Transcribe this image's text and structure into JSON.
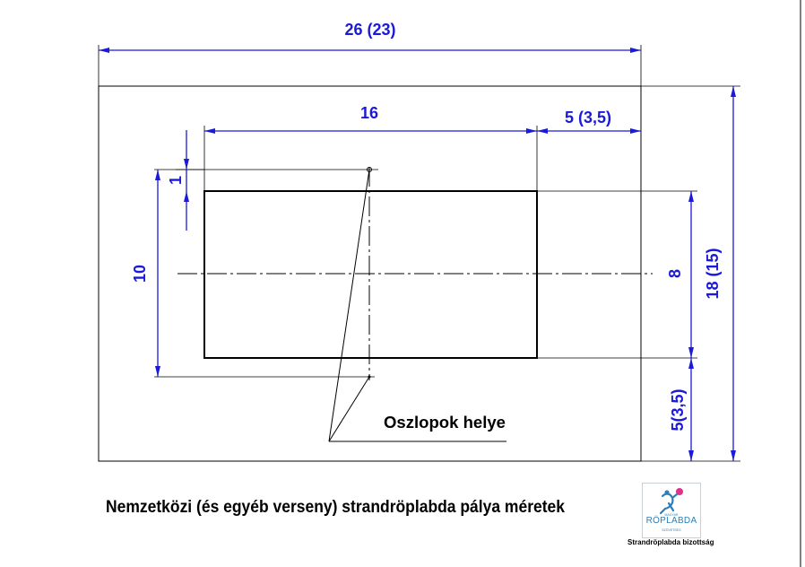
{
  "dimensions": {
    "total_width": "26 (23)",
    "court_length": "16",
    "side_zone": "5 (3,5)",
    "post_offset": "1",
    "post_spacing": "10",
    "court_width": "8",
    "total_height": "18 (15)",
    "end_zone": "5(3,5)"
  },
  "annotation": {
    "posts_label": "Oszlopok helye"
  },
  "caption": "Nemzetközi (és egyéb verseny) strandröplabda pálya méretek",
  "logo": {
    "top_text": "MAGYAR",
    "word": "RÖPLABDA",
    "bottom_text": "SZÖVETSÉG"
  },
  "committee": "Strandröplabda bizottság",
  "colors": {
    "dimension": "#1a1ad8",
    "line": "#000000",
    "logo_blue": "#2a7fb8",
    "logo_pink": "#e0308a"
  }
}
